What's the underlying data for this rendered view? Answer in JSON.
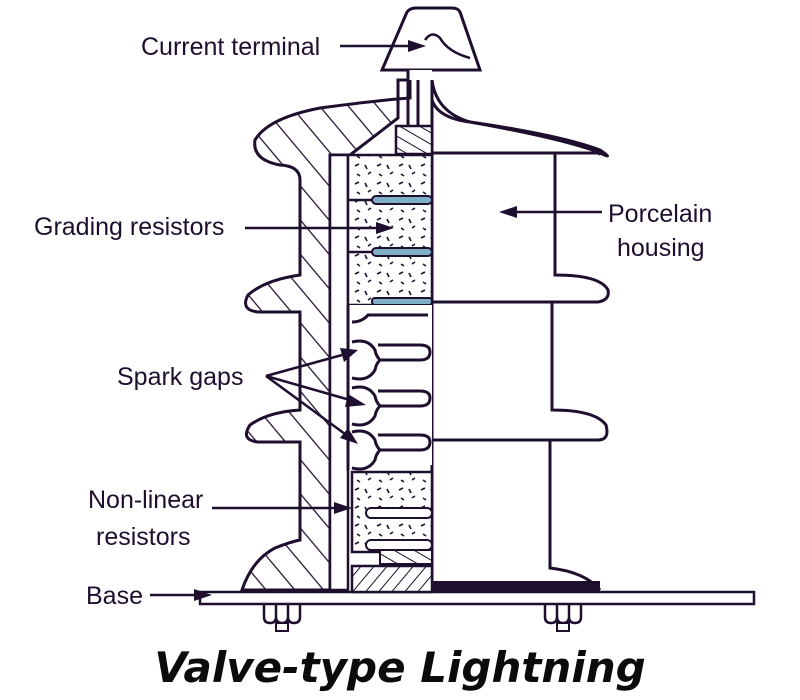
{
  "title": "Valve-type Lightning",
  "labels": {
    "current_terminal": "Current terminal",
    "grading_resistors": "Grading resistors",
    "porcelain_housing_line1": "Porcelain",
    "porcelain_housing_line2": "housing",
    "spark_gaps": "Spark gaps",
    "non_linear_line1": "Non-linear",
    "non_linear_line2": "resistors",
    "base": "Base"
  },
  "colors": {
    "line": "#1e0f2e",
    "electrode": "#7fb0c8",
    "title": "#0a0c0c",
    "background": "#ffffff"
  }
}
